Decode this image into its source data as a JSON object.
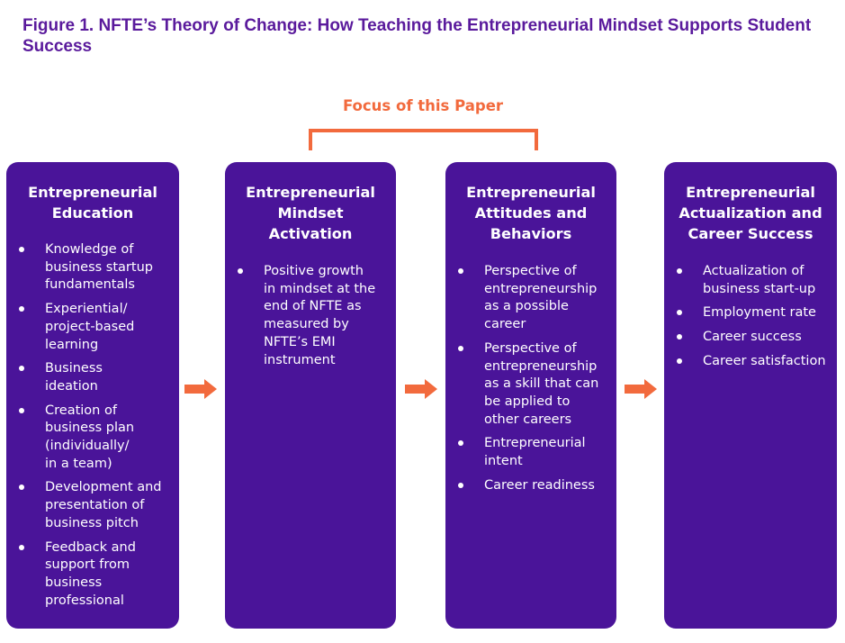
{
  "figure": {
    "title": "Figure 1. NFTE’s Theory of Change: How Teaching the Entrepreneurial Mindset Supports Student Success"
  },
  "focus": {
    "label": "Focus of this Paper"
  },
  "colors": {
    "box_fill": "#4a1499",
    "accent": "#f26a3d",
    "title_text": "#5a1a9c"
  },
  "boxes": [
    {
      "title": "Entrepreneurial\nEducation",
      "items": [
        "Knowledge of\nbusiness startup\nfundamentals",
        "Experiential/\nproject-based\nlearning",
        "Business\nideation",
        "Creation of\nbusiness plan\n(individually/\nin a team)",
        "Development and\npresentation of\nbusiness pitch",
        "Feedback and\nsupport from\nbusiness\nprofessional"
      ]
    },
    {
      "title": "Entrepreneurial\nMindset\nActivation",
      "items": [
        "Positive growth\nin mindset at the\nend of NFTE as\nmeasured by\nNFTE’s EMI\ninstrument"
      ]
    },
    {
      "title": "Entrepreneurial\nAttitudes and\nBehaviors",
      "items": [
        "Perspective of\nentrepreneurship\nas a possible\ncareer",
        "Perspective of\nentrepreneurship\nas a skill that can\nbe applied to\nother careers",
        "Entrepreneurial\nintent",
        "Career readiness"
      ]
    },
    {
      "title": "Entrepreneurial\nActualization and\nCareer Success",
      "items": [
        "Actualization of\nbusiness start-up",
        "Employment rate",
        "Career success",
        "Career satisfaction"
      ]
    }
  ]
}
